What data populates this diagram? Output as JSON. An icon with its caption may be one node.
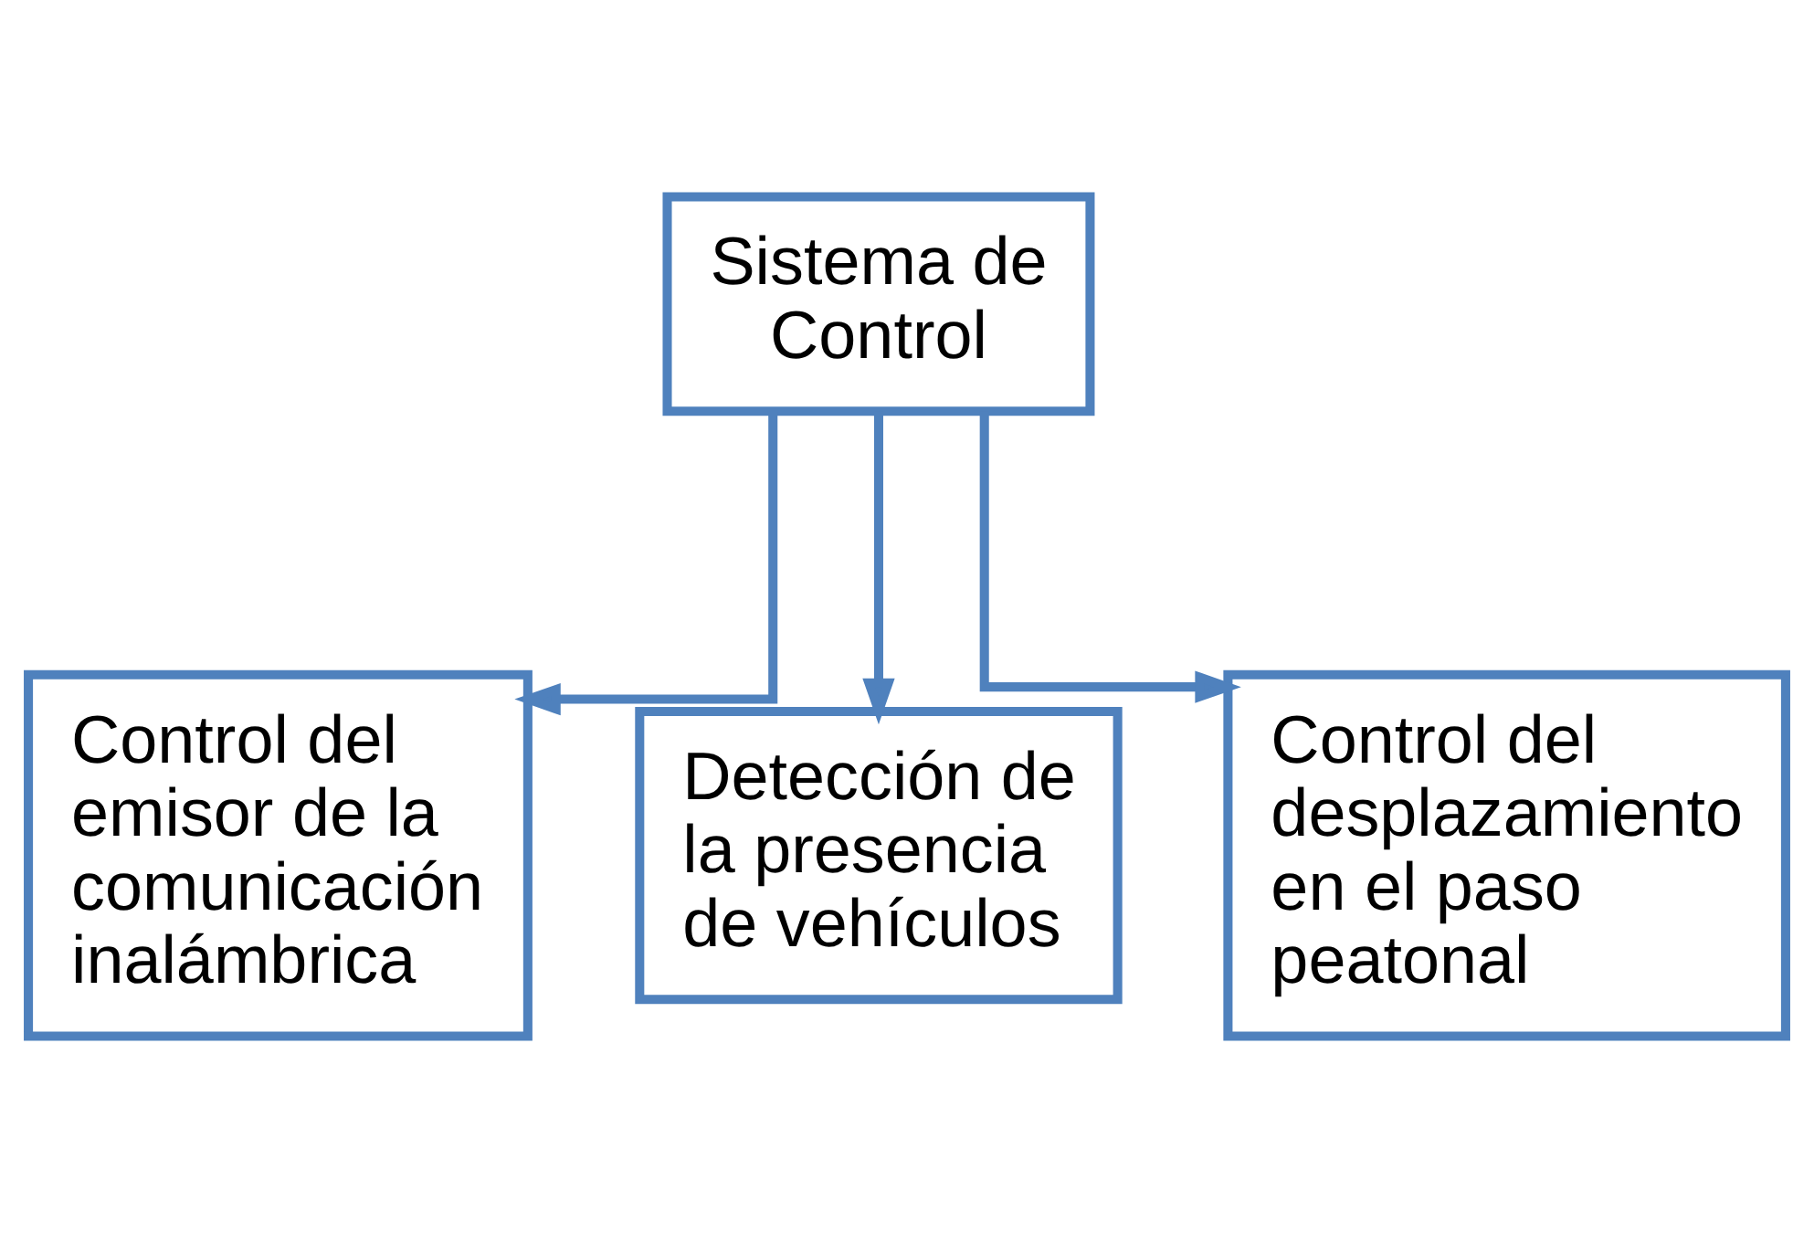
{
  "diagram": {
    "nodes": [
      {
        "text": [
          "Sistema de Control"
        ]
      },
      {
        "text": [
          "Control del emisor de la comunicación inalámbrica"
        ]
      },
      {
        "text": [
          "Detección de la presencia de vehículos"
        ]
      },
      {
        "text": [
          "Control del desplazamiento en el paso peatonal"
        ]
      }
    ],
    "edges": [
      {
        "from": 0,
        "to": 1,
        "arrow": "to"
      },
      {
        "from": 0,
        "to": 2,
        "arrow": "to"
      },
      {
        "from": 0,
        "to": 3,
        "arrow": "to"
      }
    ]
  }
}
